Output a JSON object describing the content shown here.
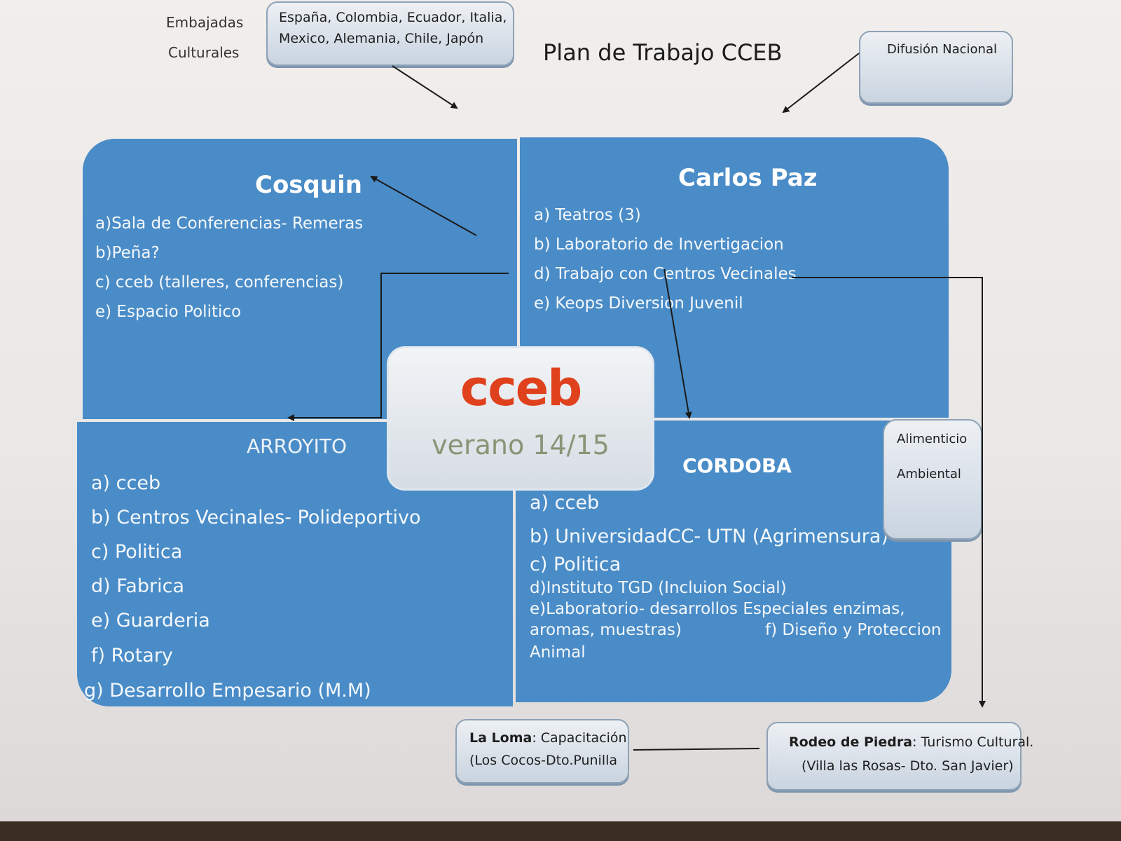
{
  "title": "Plan de Trabajo CCEB",
  "embajadas": {
    "label_line1": "Embajadas",
    "label_line2": "Culturales",
    "countries_line1": "España, Colombia, Ecuador, Italia,",
    "countries_line2": "Mexico, Alemania, Chile, Japón"
  },
  "difusion": {
    "label": "Difusión Nacional"
  },
  "cosquin": {
    "title": "Cosquin",
    "items": [
      "a)Sala de Conferencias- Remeras",
      "b)Peña?",
      "c) cceb (talleres, conferencias)",
      "e) Espacio Politico"
    ]
  },
  "carlos_paz": {
    "title": "Carlos Paz",
    "items": [
      "a) Teatros (3)",
      "b) Laboratorio de Invertigacion",
      "d) Trabajo con Centros Vecinales",
      "e) Keops Diversion Juvenil"
    ]
  },
  "arroyito": {
    "title": "ARROYITO",
    "items": [
      "a) cceb",
      "b) Centros Vecinales- Polideportivo",
      "c) Politica",
      "d) Fabrica",
      "e) Guarderia",
      "f) Rotary",
      "g) Desarrollo Empesario (M.M)"
    ]
  },
  "cordoba": {
    "title": "CORDOBA",
    "items": [
      "a) cceb",
      "b) UniversidadCC- UTN (Agrimensura)",
      "c) Politica",
      "d)Instituto TGD (Incluion Social)",
      "e)Laboratorio- desarrollos Especiales enzimas,",
      "aromas, muestras)",
      "f) Diseño y Proteccion",
      "Animal"
    ]
  },
  "center": {
    "logo": "cceb",
    "subtitle": "verano 14/15"
  },
  "alimenticio": {
    "line1": "Alimenticio",
    "line2": "Ambiental"
  },
  "la_loma": {
    "name": "La Loma",
    "desc": ": Capacitación",
    "line2": "(Los Cocos-Dto.Punilla"
  },
  "rodeo": {
    "name": "Rodeo de Piedra",
    "desc": ": Turismo Cultural.",
    "line2": "(Villa las Rosas- Dto. San Javier)"
  },
  "colors": {
    "quadrant": "#4a8cc7",
    "logo": "#e0411d",
    "subtitle": "#8a9476"
  }
}
